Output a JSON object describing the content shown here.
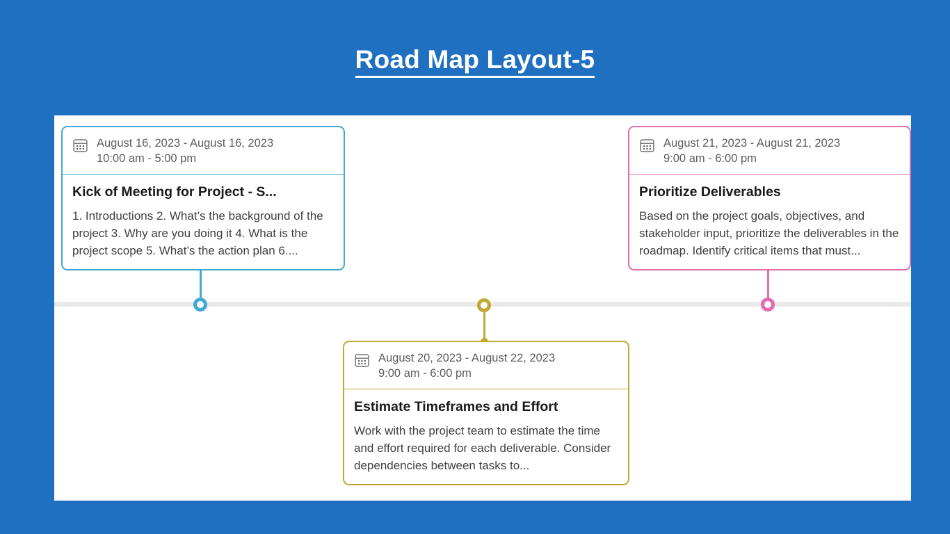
{
  "slide": {
    "title": "Road Map Layout-5",
    "background_color": "#1f70c1",
    "canvas_color": "#ffffff",
    "axis_color": "#e9e9e9"
  },
  "timeline": {
    "items": [
      {
        "id": "card-1",
        "icon": "calendar-icon",
        "date_range": "August 16, 2023 - August 16, 2023",
        "time_range": "10:00 am - 5:00 pm",
        "title": "Kick of Meeting for Project - S...",
        "description": "1. Introductions 2. What’s the background of the project 3. Why are you doing it 4. What is the project scope 5. What’s the action plan 6....",
        "accent_color": "#3fa9d4",
        "position": "above"
      },
      {
        "id": "card-2",
        "icon": "calendar-icon",
        "date_range": "August 20, 2023 - August 22, 2023",
        "time_range": "9:00 am - 6:00 pm",
        "title": "Estimate Timeframes and Effort",
        "description": "Work with the project team to estimate the time and effort required for each deliverable. Consider dependencies between tasks to...",
        "accent_color": "#c0a833",
        "position": "below"
      },
      {
        "id": "card-3",
        "icon": "calendar-icon",
        "date_range": "August 21, 2023 - August 21, 2023",
        "time_range": "9:00 am - 6:00 pm",
        "title": "Prioritize Deliverables",
        "description": "Based on the project goals, objectives, and stakeholder input, prioritize the deliverables in the roadmap. Identify critical items that must...",
        "accent_color": "#e16cb0",
        "position": "above"
      }
    ]
  }
}
